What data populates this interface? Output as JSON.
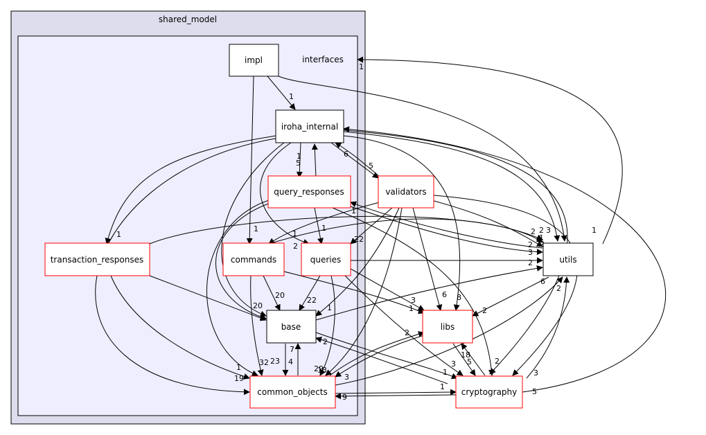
{
  "graph": {
    "cluster_outer_label": "shared_model",
    "cluster_inner_label": "interfaces",
    "colors": {
      "outer_fill": "#dddded",
      "inner_fill": "#eeeeff",
      "red_border": "#ff0000",
      "black_border": "#000000"
    },
    "nodes": {
      "impl": "impl",
      "iroha_internal": "iroha_internal",
      "query_responses": "query_responses",
      "validators": "validators",
      "transaction_responses": "transaction_responses",
      "commands": "commands",
      "queries": "queries",
      "base": "base",
      "common_objects": "common_objects",
      "utils": "utils",
      "libs": "libs",
      "cryptography": "cryptography"
    },
    "edge_labels": [
      {
        "id": "impl-iroha",
        "text": "1"
      },
      {
        "id": "utils-interfaces",
        "text": "1"
      },
      {
        "id": "iroha-interfaces-back",
        "text": "1"
      },
      {
        "id": "iroha-qr-a",
        "text": "1"
      },
      {
        "id": "iroha-qr-b",
        "text": "5"
      },
      {
        "id": "val-iroha-6",
        "text": "6"
      },
      {
        "id": "val-iroha-5",
        "text": "5"
      },
      {
        "id": "impl-commands",
        "text": "1"
      },
      {
        "id": "iroha-txresp",
        "text": "1"
      },
      {
        "id": "qr-queries",
        "text": "1"
      },
      {
        "id": "qr-commands-1",
        "text": "1"
      },
      {
        "id": "qr-b1",
        "text": "1"
      },
      {
        "id": "val-commands",
        "text": "2"
      },
      {
        "id": "val-queries",
        "text": "22"
      },
      {
        "id": "utils-2a",
        "text": "2"
      },
      {
        "id": "utils-2b",
        "text": "2"
      },
      {
        "id": "utils-3top",
        "text": "3"
      },
      {
        "id": "utils-1",
        "text": "1"
      },
      {
        "id": "utils-2c",
        "text": "2"
      },
      {
        "id": "utils-3a",
        "text": "3"
      },
      {
        "id": "utils-2d",
        "text": "2"
      },
      {
        "id": "utils-2e",
        "text": "2"
      },
      {
        "id": "utils-6",
        "text": "6"
      },
      {
        "id": "utils-crypto-2",
        "text": "2"
      },
      {
        "id": "commands-base",
        "text": "20"
      },
      {
        "id": "queries-base",
        "text": "22"
      },
      {
        "id": "base-20",
        "text": "20"
      },
      {
        "id": "base-qa",
        "text": "1"
      },
      {
        "id": "base-2",
        "text": "2"
      },
      {
        "id": "libs-3",
        "text": "3"
      },
      {
        "id": "libs-1",
        "text": "1"
      },
      {
        "id": "libs-6",
        "text": "6"
      },
      {
        "id": "libs-8",
        "text": "8"
      },
      {
        "id": "libs-2",
        "text": "2"
      },
      {
        "id": "co-1",
        "text": "1"
      },
      {
        "id": "co-19",
        "text": "19"
      },
      {
        "id": "co-32",
        "text": "32"
      },
      {
        "id": "co-23",
        "text": "23"
      },
      {
        "id": "co-4",
        "text": "4"
      },
      {
        "id": "co-7",
        "text": "7"
      },
      {
        "id": "co-29",
        "text": "29"
      },
      {
        "id": "co-13",
        "text": "13"
      },
      {
        "id": "co-3",
        "text": "3"
      },
      {
        "id": "co-2",
        "text": "2"
      },
      {
        "id": "co-9",
        "text": "9"
      },
      {
        "id": "crypto-1",
        "text": "1"
      },
      {
        "id": "crypto-1b",
        "text": "1"
      },
      {
        "id": "crypto-3",
        "text": "3"
      },
      {
        "id": "crypto-2",
        "text": "2"
      },
      {
        "id": "crypto-3b",
        "text": "3"
      },
      {
        "id": "crypto-5",
        "text": "5"
      },
      {
        "id": "crypto-18",
        "text": "18"
      },
      {
        "id": "crypto-5b",
        "text": "5"
      }
    ]
  }
}
